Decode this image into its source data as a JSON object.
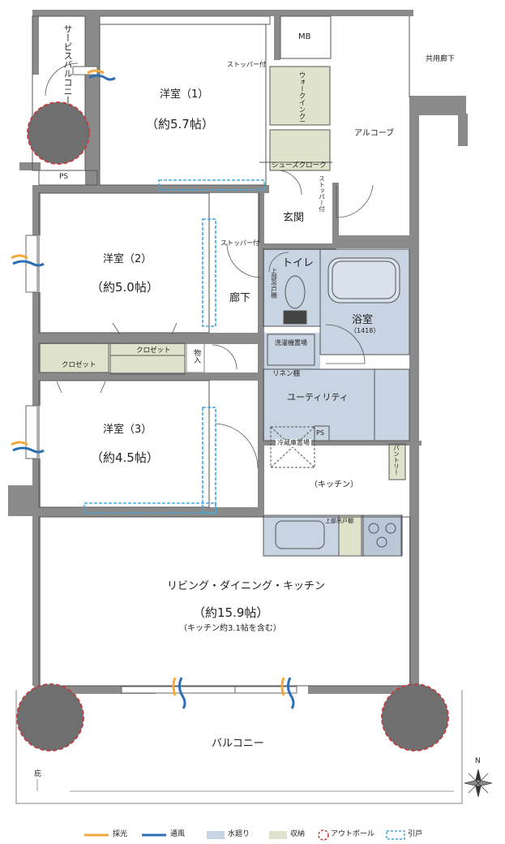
{
  "rooms": {
    "room1_name": "洋室（1）",
    "room1_area": "（約5.7帖）",
    "room2_name": "洋室（2）",
    "room2_area": "（約5.0帖）",
    "room3_name": "洋室（3）",
    "room3_area": "（約4.5帖）",
    "ldk_name": "リビング・ダイニング・キッチン",
    "ldk_area": "（約15.9帖）",
    "ldk_note": "（キッチン約3.1帖を含む）",
    "kitchen": "（キッチン）",
    "entrance": "玄関",
    "corridor": "廊下",
    "toilet": "トイレ",
    "bath": "浴室",
    "bath_size": "（1418）",
    "utility": "ユーティリティ",
    "balcony": "バルコニー",
    "service_balcony": "サービスバルコニー",
    "alcove": "アルコーブ",
    "common_corridor": "共用廊下",
    "eaves": "庇"
  },
  "storage": {
    "walkin": "ウォークインクロゼット",
    "shoes": "シューズクローク",
    "closet": "クロゼット",
    "closet2": "クロゼット",
    "storeroom": "物入",
    "pantry": "パントリー",
    "linen": "リネン棚",
    "upper_cabinet": "上部吊戸棚",
    "upper_cabinet_kitchen": "上部吊戸棚",
    "washer": "洗濯機置場",
    "fridge": "冷蔵庫置場"
  },
  "marks": {
    "ps": "PS",
    "ps2": "PS",
    "mb": "MB",
    "stopper1": "ストッパー付",
    "stopper2": "ストッパー付",
    "stopper3": "ストッパー付",
    "north": "N"
  },
  "legend": {
    "light": "採光",
    "wind": "通風",
    "water": "水廻り",
    "storage": "収納",
    "outpole": "アウトポール",
    "sliding": "引戸"
  },
  "colors": {
    "wall": "#8a8a8a",
    "water": "#c8d4e2",
    "storage": "#dfe3cb",
    "outpole": "#c43a3a",
    "sliding": "#3fa9e0",
    "light": "#f2a93b",
    "wind": "#2d6fb5"
  }
}
